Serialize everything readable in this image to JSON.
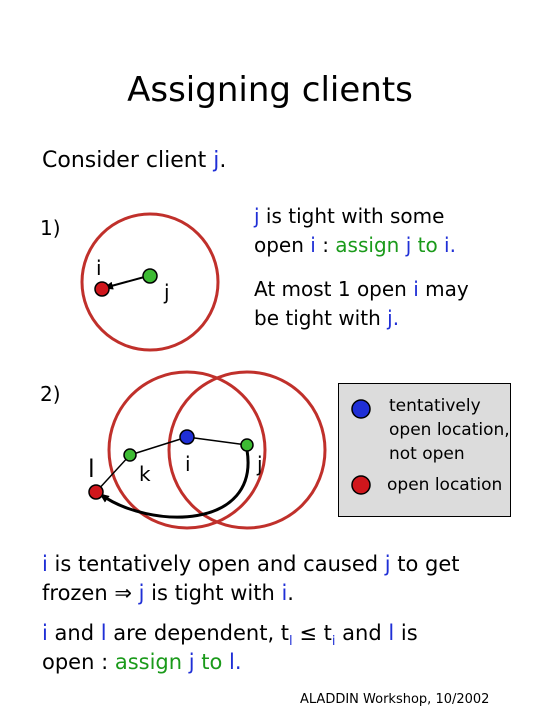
{
  "title": "Assigning clients",
  "consider": {
    "prefix": "Consider client ",
    "j": "j",
    "suffix": "."
  },
  "case1": {
    "number": "1)",
    "label_i": "i",
    "label_j": "j",
    "tight_line1": {
      "j": "j",
      "text": " is tight with some"
    },
    "tight_line2": {
      "prefix": "open ",
      "i": "i",
      "sep": " : ",
      "assign": "assign ",
      "j": "j",
      "to": " to ",
      "i2": "i",
      "dot": "."
    },
    "atmost_line1": {
      "prefix": "At most 1 open ",
      "i": "i",
      "suffix": " may"
    },
    "atmost_line2": {
      "prefix": "be tight with ",
      "j": "j",
      "suffix": "."
    }
  },
  "case2": {
    "number": "2)",
    "label_l": "l",
    "label_k": "k",
    "label_i": "i",
    "label_j": "j"
  },
  "legend": {
    "tentative_line1": "tentatively",
    "tentative_line2": "open location,",
    "tentative_line3": "not open",
    "open": "open location"
  },
  "bottom": {
    "line1": {
      "i": "i",
      "mid": " is tentatively open and caused ",
      "j": "j",
      "suffix": " to get"
    },
    "line2": {
      "prefix": "frozen ",
      "arrow": "⇒",
      "j": " j",
      "mid": " is tight with ",
      "i": "i",
      "suffix": "."
    },
    "line3": {
      "i": "i",
      "and": " and ",
      "l": "l",
      "mid": " are dependent, t",
      "sub_l": "l",
      "le": " ≤ t",
      "sub_i": "i",
      "suffix": " and ",
      "l2": "l",
      "is": " is"
    },
    "line4": {
      "prefix": "open : ",
      "assign": "assign ",
      "j": "j",
      "to": " to ",
      "l": "l",
      "dot": "."
    }
  },
  "footer": "ALADDIN Workshop, 10/2002",
  "colors": {
    "circle": "#c0302b",
    "facility_open": "#d0161c",
    "facility_tentative": "#1f2fd6",
    "client": "#3dbb33",
    "text_blue": "#1f2fd6",
    "text_green": "#1a9a1a",
    "legend_bg": "#dcdcdc"
  }
}
